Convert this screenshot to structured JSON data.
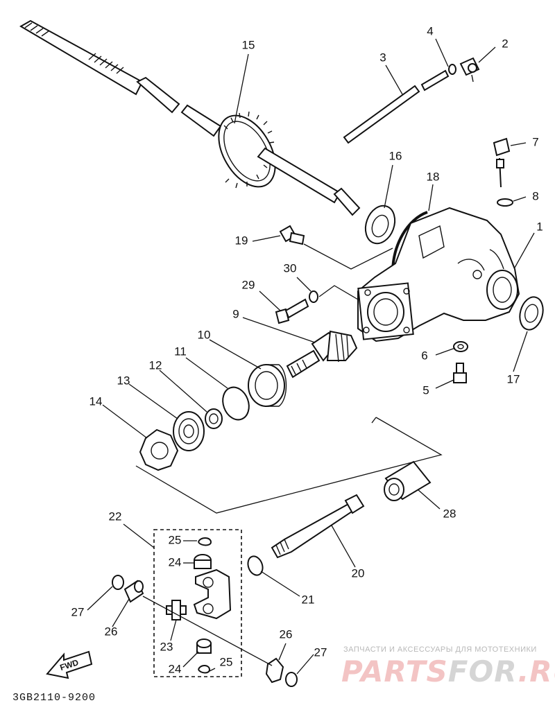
{
  "diagram": {
    "code": "3GB2110-9200",
    "fwd_label": "FWD",
    "callouts": {
      "n1": "1",
      "n2": "2",
      "n3": "3",
      "n4": "4",
      "n5": "5",
      "n6": "6",
      "n7": "7",
      "n8": "8",
      "n9": "9",
      "n10": "10",
      "n11": "11",
      "n12": "12",
      "n13": "13",
      "n14": "14",
      "n15": "15",
      "n16": "16",
      "n17": "17",
      "n18": "18",
      "n19": "19",
      "n20": "20",
      "n21": "21",
      "n22": "22",
      "n23": "23",
      "n24a": "24",
      "n24b": "24",
      "n25a": "25",
      "n25b": "25",
      "n26a": "26",
      "n26b": "26",
      "n27a": "27",
      "n27b": "27",
      "n28": "28",
      "n29": "29",
      "n30": "30"
    }
  },
  "watermark": {
    "tagline": "ЗАПЧАСТИ И АКСЕССУАРЫ ДЛЯ МОТОТЕХНИКИ",
    "logo_part1": "PARTS",
    "logo_part2": "FOR",
    "logo_part3": ".RU"
  },
  "colors": {
    "ink": "#111111",
    "watermark_red": "#f3c4c4",
    "watermark_gray": "#d5d5d5"
  }
}
